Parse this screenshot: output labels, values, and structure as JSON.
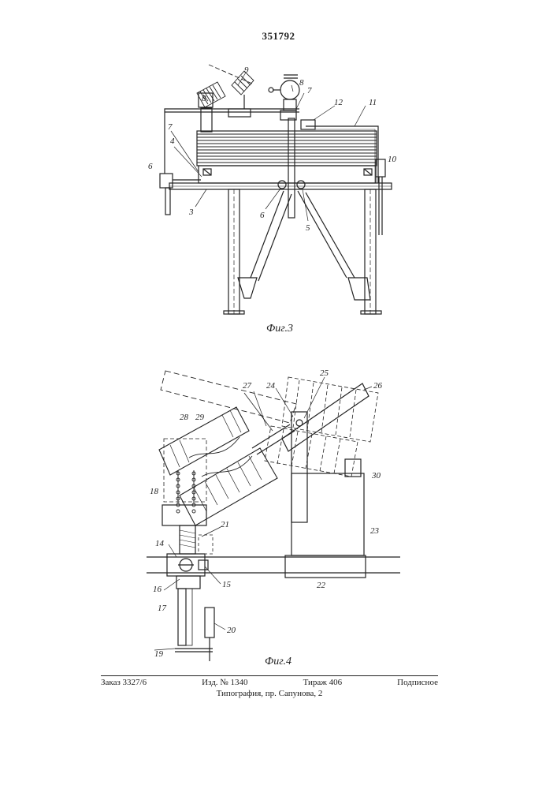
{
  "document": {
    "patent_number": "351792"
  },
  "figure3": {
    "caption": "Фиг.3",
    "labels": {
      "l9": "9",
      "l8a": "8",
      "l8b": "8",
      "l7a": "7",
      "l7b": "7",
      "l12": "12",
      "l11": "11",
      "l4": "4",
      "l6a": "6",
      "l10": "10",
      "l3": "3",
      "l6b": "6",
      "l5": "5"
    }
  },
  "figure4": {
    "caption": "Фиг.4",
    "labels": {
      "l25": "25",
      "l26": "26",
      "l27": "27",
      "l24": "24",
      "l28": "28",
      "l29": "29",
      "l30": "30",
      "l18": "18",
      "l21": "21",
      "l23": "23",
      "l14": "14",
      "l22": "22",
      "l16": "16",
      "l15": "15",
      "l17": "17",
      "l20": "20",
      "l19": "19"
    }
  },
  "footer": {
    "order": "Заказ 3327/6",
    "edition": "Изд. № 1340",
    "circulation": "Тираж 406",
    "subscription": "Подписное",
    "printer": "Типография, пр. Сапунова, 2"
  }
}
